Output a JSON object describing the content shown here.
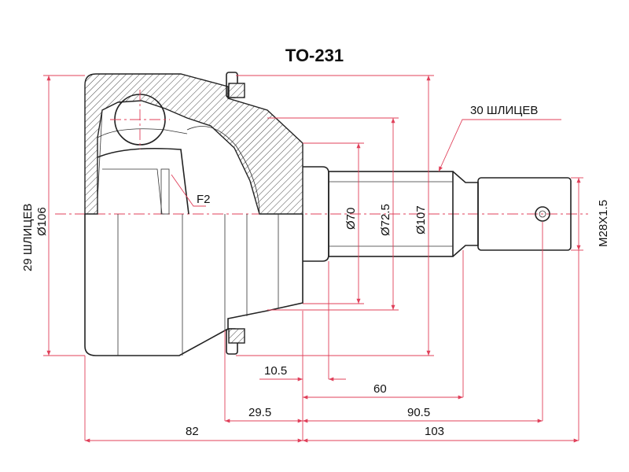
{
  "title": "TO-231",
  "labels": {
    "outer_splines": "30 ШЛИЦЕВ",
    "inner_splines": "29 ШЛИЦЕВ",
    "outer_diameter_left": "Ø106",
    "f2": "F2",
    "thread": "M28X1.5",
    "d70": "Ø70",
    "d72_5": "Ø72.5",
    "d107": "Ø107",
    "l10_5": "10.5",
    "l60": "60",
    "l29_5": "29.5",
    "l90_5": "90.5",
    "l82": "82",
    "l103": "103"
  },
  "colors": {
    "dimension_lines": "#e0405a",
    "outline": "#222222"
  }
}
